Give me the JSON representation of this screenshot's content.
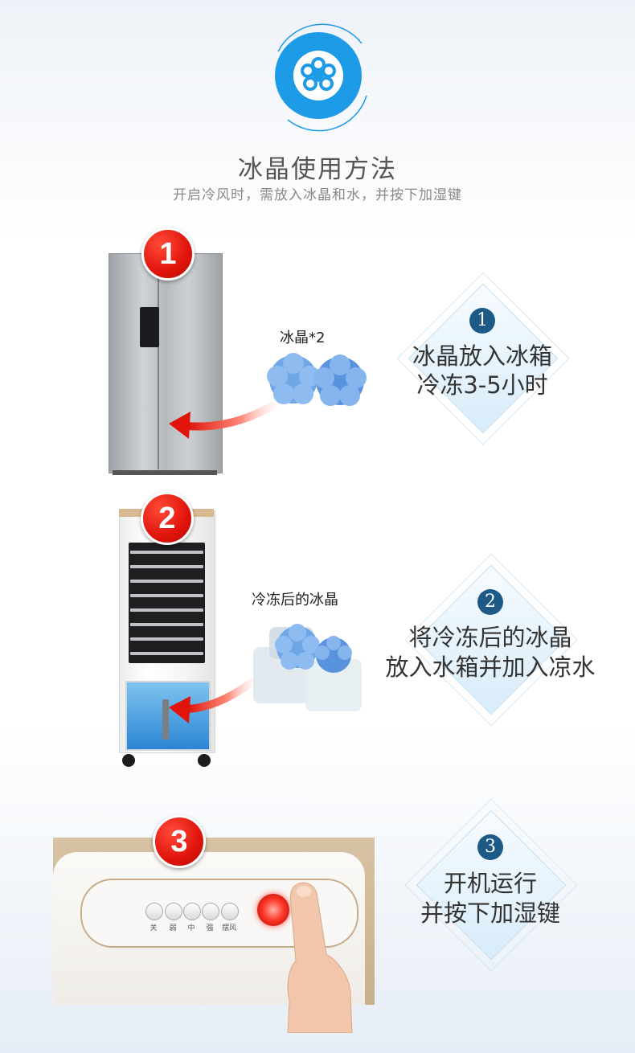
{
  "header": {
    "title": "冰晶使用方法",
    "subtitle": "开启冷风时，需放入冰晶和水，并按下加湿键",
    "icon": "snowflake-icon"
  },
  "steps": [
    {
      "badge": "1",
      "number": "1",
      "product_label": "冰晶*2",
      "line1": "冰晶放入冰箱",
      "line2": "冷冻3-5小时"
    },
    {
      "badge": "2",
      "number": "2",
      "product_label": "冷冻后的冰晶",
      "line1": "将冷冻后的冰晶",
      "line2": "放入水箱并加入凉水"
    },
    {
      "badge": "3",
      "number": "3",
      "line1": "开机运行",
      "line2": "并按下加湿键"
    }
  ],
  "control_panel": {
    "buttons": [
      "关",
      "弱",
      "中",
      "强",
      "摆风"
    ]
  },
  "colors": {
    "accent_blue": "#1e9be6",
    "badge_red": "#e0140a",
    "num_circle": "#1d5a86"
  }
}
